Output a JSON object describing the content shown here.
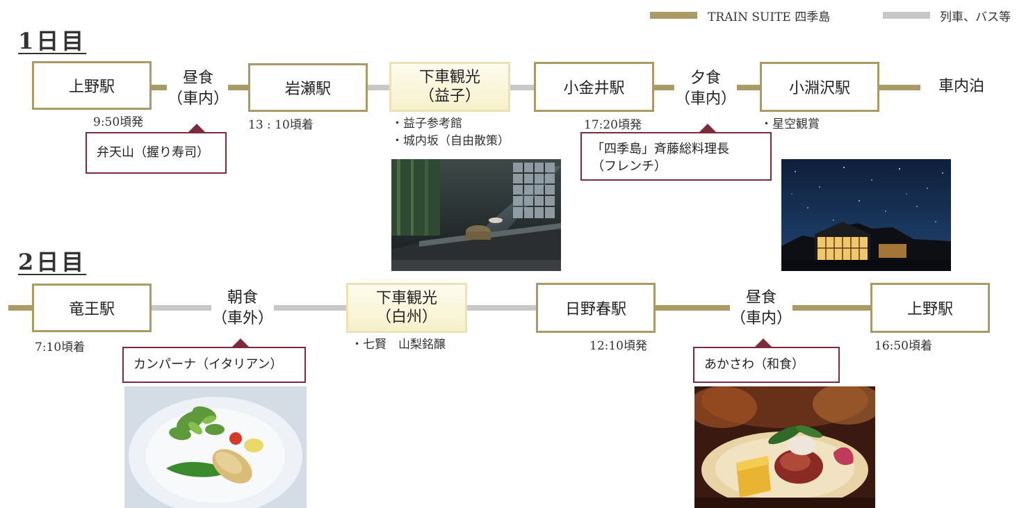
{
  "legend": {
    "shiki": "TRAIN SUITE 四季島",
    "other": "列車、バス等",
    "colors": {
      "shiki": "#aa9a66",
      "other": "#c8c8c8",
      "callout": "#7b2b3c"
    }
  },
  "day1": {
    "title": "1日目",
    "stations": {
      "ueno": "上野駅",
      "iwase": "岩瀬駅",
      "koganei": "小金井駅",
      "kobuchizawa": "小淵沢駅"
    },
    "lunch": {
      "line1": "昼食",
      "line2": "（車内）"
    },
    "dinner": {
      "line1": "夕食",
      "line2": "（車内）"
    },
    "sightseeing": {
      "line1": "下車観光",
      "line2": "（益子）"
    },
    "overnight": "車内泊",
    "times": {
      "ueno": "9:50頃発",
      "iwase": "13 : 10頃着",
      "koganei": "17:20頃発"
    },
    "notes": {
      "mashiko1": "・益子参考館",
      "mashiko2": "・城内坂（自由散策）",
      "kobuchizawa": "・星空観賞"
    },
    "callouts": {
      "lunch": "弁天山（握り寿司）",
      "dinner1": "「四季島」斉藤総料理長",
      "dinner2": "（フレンチ）"
    }
  },
  "day2": {
    "title": "2日目",
    "stations": {
      "ryuo": "竜王駅",
      "hinoharu": "日野春駅",
      "ueno": "上野駅"
    },
    "breakfast": {
      "line1": "朝食",
      "line2": "（車外）"
    },
    "lunch": {
      "line1": "昼食",
      "line2": "（車内）"
    },
    "sightseeing": {
      "line1": "下車観光",
      "line2": "（白州）"
    },
    "times": {
      "ryuo": "7:10頃着",
      "hinoharu": "12:10頃発",
      "ueno": "16:50頃着"
    },
    "notes": {
      "hakushu": "・七賢　山梨銘醸"
    },
    "callouts": {
      "breakfast": "カンパーナ（イタリアン）",
      "lunch": "あかさわ（和食）"
    }
  }
}
